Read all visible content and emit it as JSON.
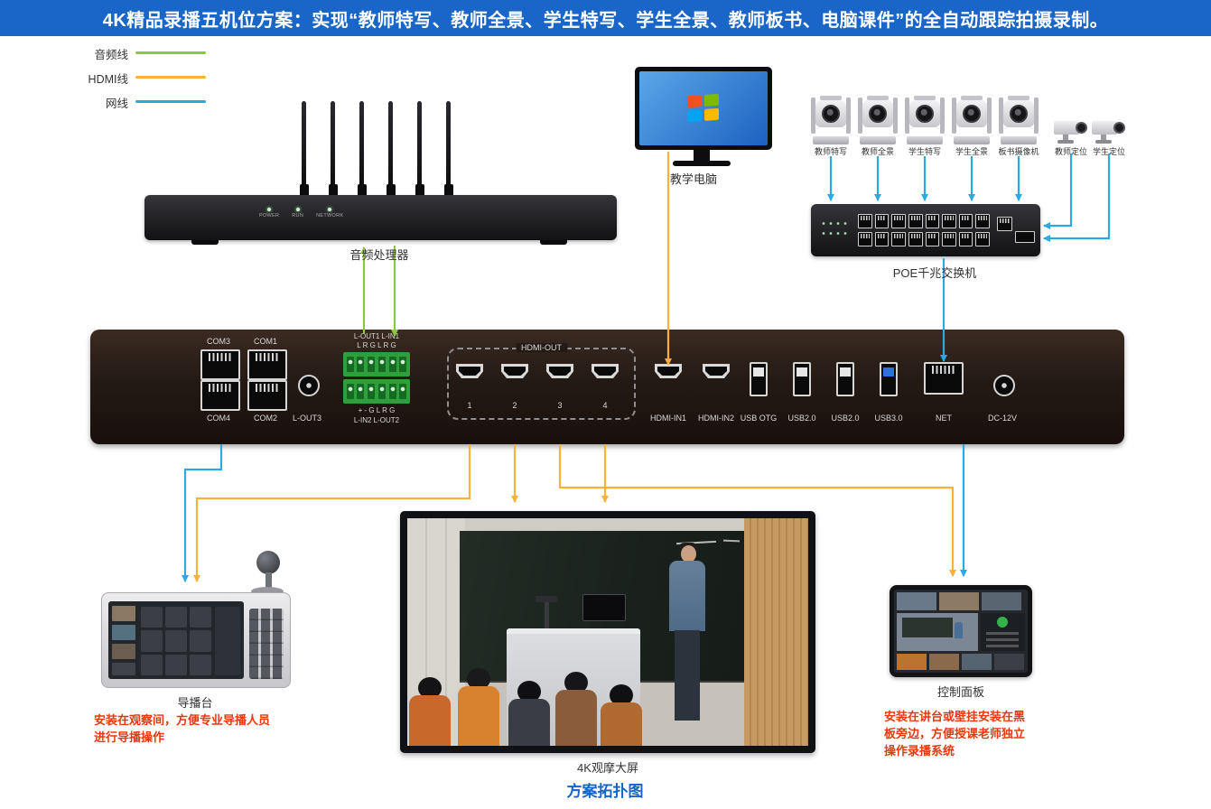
{
  "banner": {
    "title": "4K精品录播五机位方案：实现“教师特写、教师全景、学生特写、学生全景、教师板书、电脑课件”的全自动跟踪拍摄录制。"
  },
  "legend": {
    "items": [
      {
        "label": "音频线"
      },
      {
        "label": "HDMI线"
      },
      {
        "label": "网线"
      }
    ]
  },
  "colors": {
    "audio": "#8dc63f",
    "hdmi": "#fbb03b",
    "net": "#29abe2",
    "banner_blue": "#1a66c8",
    "note_red": "#e8380d"
  },
  "audio_processor": {
    "label": "音频处理器",
    "leds": [
      "POWER",
      "RUN",
      "NETWORK"
    ]
  },
  "teaching_pc": {
    "label": "教学电脑"
  },
  "cameras": {
    "items": [
      {
        "label": "教师特写"
      },
      {
        "label": "教师全景"
      },
      {
        "label": "学生特写"
      },
      {
        "label": "学生全景"
      },
      {
        "label": "板书摄像机"
      },
      {
        "label": "教师定位"
      },
      {
        "label": "学生定位"
      }
    ]
  },
  "poe_switch": {
    "label": "POE千兆交换机"
  },
  "recorder": {
    "com_top": [
      "COM3",
      "COM1"
    ],
    "com_bottom": [
      "COM4",
      "COM2"
    ],
    "lout3": "L-OUT3",
    "term_top1": "L-OUT1   L-IN1",
    "term_top2": "L R G  L R G",
    "term_bottom1": "+  -  G  L  R  G",
    "term_bottom2": "L-IN2   L-OUT2",
    "hdmi_out_label": "HDMI-OUT",
    "hdmi_out_ports": [
      "1",
      "2",
      "3",
      "4"
    ],
    "ports": [
      "HDMI-IN1",
      "HDMI-IN2",
      "USB OTG",
      "USB2.0",
      "USB2.0",
      "USB3.0",
      "NET",
      "DC-12V"
    ]
  },
  "director_console": {
    "label": "导播台",
    "note1": "安装在观察间，方便专业导播人员",
    "note2": "进行导播操作"
  },
  "big_screen": {
    "label": "4K观摩大屏"
  },
  "control_panel": {
    "label": "控制面板",
    "note1": "安装在讲台或壁挂安装在黑",
    "note2": "板旁边，方便授课老师独立",
    "note3": "操作录播系统"
  },
  "footer": {
    "title": "方案拓扑图"
  }
}
